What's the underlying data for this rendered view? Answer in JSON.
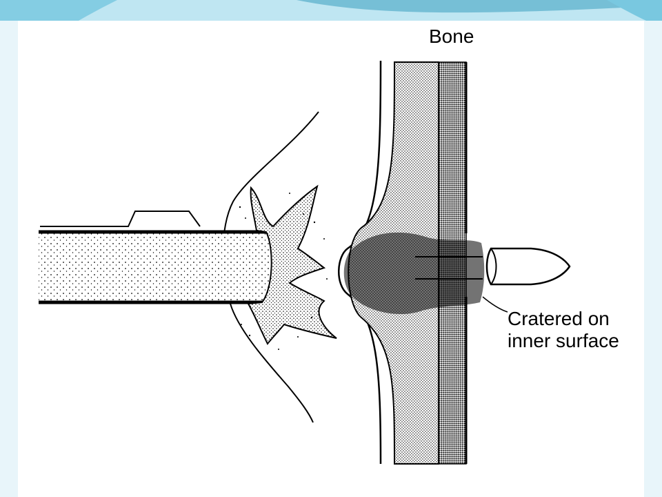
{
  "colors": {
    "accent_light": "#bfe6f2",
    "accent_mid": "#79c8e0",
    "accent_dark": "#3a9fc0",
    "ink": "#000000",
    "paper": "#ffffff"
  },
  "diagram": {
    "labels": {
      "bone": "Bone",
      "crater_line1": "Cratered on",
      "crater_line2": "inner surface"
    }
  }
}
